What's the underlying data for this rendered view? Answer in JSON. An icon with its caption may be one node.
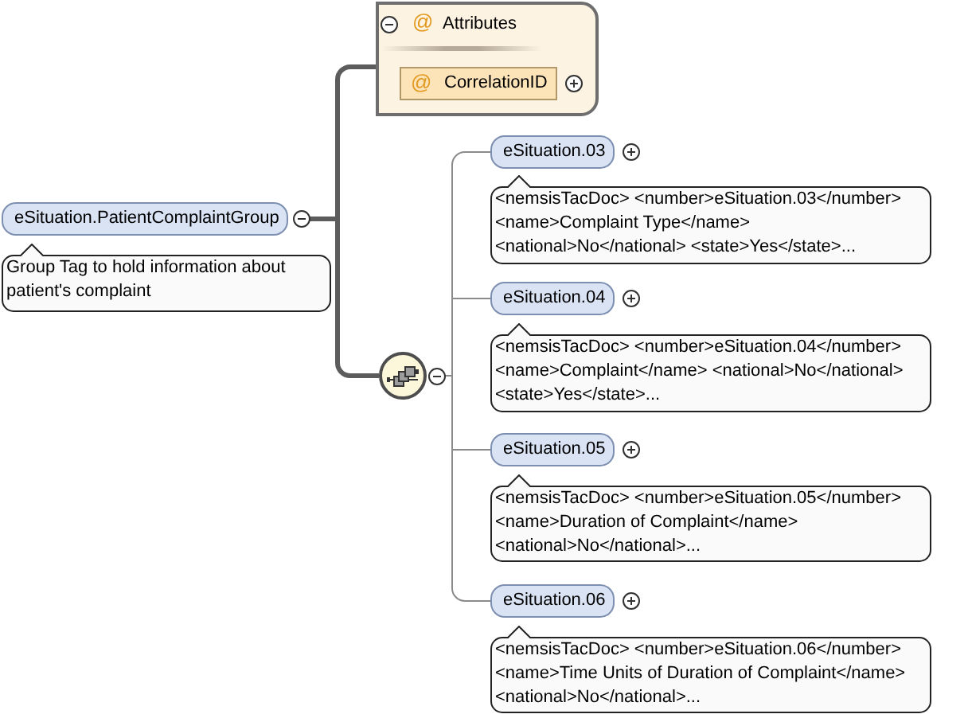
{
  "diagram": {
    "nodes": [
      {
        "text": [
          "eSituation.PatientComplaintGroup"
        ]
      },
      {
        "text": [
          "Group Tag to hold information about patient's complaint"
        ]
      },
      {
        "text": [
          "@",
          "Attributes"
        ]
      },
      {
        "text": [
          "@",
          "CorrelationID"
        ],
        "in": 2
      },
      {
        "text": [],
        "shape": "circle"
      },
      {
        "text": [
          "eSituation.03"
        ]
      },
      {
        "text": [
          "<nemsisTacDoc> <number>eSituation.03</number> <name>Complaint Type</name> <national>No</national> <state>Yes</state>..."
        ]
      },
      {
        "text": [
          "eSituation.04"
        ]
      },
      {
        "text": [
          "<nemsisTacDoc> <number>eSituation.04</number> <name>Complaint</name> <national>No</national> <state>Yes</state>..."
        ]
      },
      {
        "text": [
          "eSituation.05"
        ]
      },
      {
        "text": [
          "<nemsisTacDoc> <number>eSituation.05</number> <name>Duration of Complaint</name> <national>No</national>..."
        ]
      },
      {
        "text": [
          "eSituation.06"
        ]
      },
      {
        "text": [
          "<nemsisTacDoc> <number>eSituation.06</number> <name>Time Units of Duration of Complaint</name> <national>No</national>..."
        ]
      }
    ],
    "edges": [
      {
        "from": 0,
        "to": 2,
        "arrow": "none",
        "style": "thick",
        "color": "#5c5c5c"
      },
      {
        "from": 0,
        "to": 4,
        "arrow": "none",
        "style": "thick",
        "color": "#5c5c5c"
      },
      {
        "from": 4,
        "to": 5,
        "arrow": "none"
      },
      {
        "from": 4,
        "to": 7,
        "arrow": "none"
      },
      {
        "from": 4,
        "to": 9,
        "arrow": "none"
      },
      {
        "from": 4,
        "to": 11,
        "arrow": "none"
      }
    ]
  }
}
